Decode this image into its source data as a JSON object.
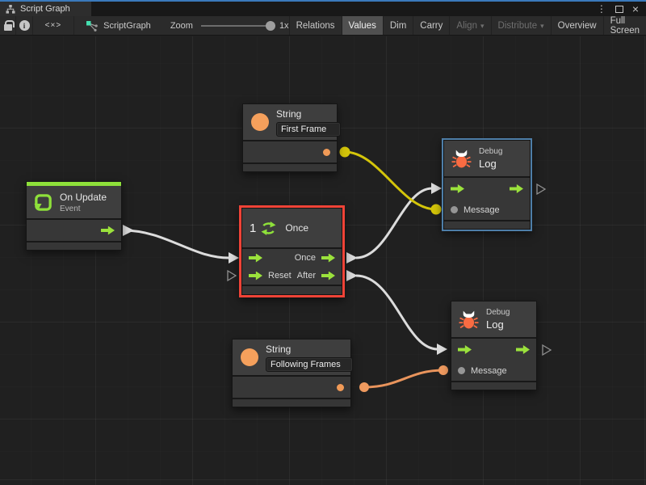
{
  "window": {
    "tab_title": "Script Graph",
    "controls": {
      "menu_icon": "⋮",
      "close_icon": "×"
    }
  },
  "toolbar": {
    "lock_icon": "lock-icon",
    "info_icon_letter": "i",
    "code_icon_text": "<×>",
    "graph_icon": "graph-icon",
    "graph_label": "ScriptGraph",
    "zoom_label": "Zoom",
    "zoom_value": "1x",
    "zoom_slider_position": 1.0,
    "buttons": [
      {
        "label": "Relations",
        "state": "normal"
      },
      {
        "label": "Values",
        "state": "active"
      },
      {
        "label": "Dim",
        "state": "normal"
      },
      {
        "label": "Carry",
        "state": "normal"
      },
      {
        "label": "Align",
        "state": "disabled",
        "dropdown": true
      },
      {
        "label": "Distribute",
        "state": "disabled",
        "dropdown": true
      },
      {
        "label": "Overview",
        "state": "normal"
      },
      {
        "label": "Full Screen",
        "state": "normal"
      }
    ]
  },
  "graph": {
    "nodes": {
      "string_first": {
        "title": "String",
        "value": "First Frame",
        "icon": "string-circle-icon"
      },
      "debug_top": {
        "category": "Debug",
        "title": "Log",
        "message_label": "Message",
        "icon": "bug-icon",
        "selected": true
      },
      "on_update": {
        "title": "On Update",
        "subtitle": "Event",
        "icon": "loop-icon"
      },
      "once": {
        "badge": "1",
        "title": "Once",
        "icon": "cycle-icon",
        "out_once": "Once",
        "in_reset": "Reset",
        "out_after": "After",
        "selected": true
      },
      "string_following": {
        "title": "String",
        "value": "Following Frames",
        "icon": "string-circle-icon"
      },
      "debug_bottom": {
        "category": "Debug",
        "title": "Log",
        "message_label": "Message",
        "icon": "bug-icon"
      }
    },
    "wires": [
      {
        "from": "on_update.flow_out",
        "to": "once.flow_in",
        "color": "#dcdcdc",
        "kind": "flow"
      },
      {
        "from": "once.out_once",
        "to": "debug_top.flow_in",
        "color": "#dcdcdc",
        "kind": "flow"
      },
      {
        "from": "once.out_after",
        "to": "debug_bottom.flow_in",
        "color": "#dcdcdc",
        "kind": "flow"
      },
      {
        "from": "string_first.value_out",
        "to": "debug_top.message",
        "color": "#d4c50a",
        "kind": "value"
      },
      {
        "from": "string_following.value_out",
        "to": "debug_bottom.message",
        "color": "#e9945c",
        "kind": "value"
      }
    ]
  },
  "colors": {
    "canvas_bg": "#202020",
    "flow_green": "#9be23c",
    "event_green": "#8ee03a",
    "string_orange": "#f5a05c",
    "bug_orange": "#f96b42",
    "wire_white": "#dcdcdc",
    "wire_yellow": "#d4c50a",
    "wire_orange": "#e9945c",
    "selection_red": "#ef4337",
    "selection_blue": "#4e7ea8",
    "titlebar_blue": "#3a79bb"
  }
}
